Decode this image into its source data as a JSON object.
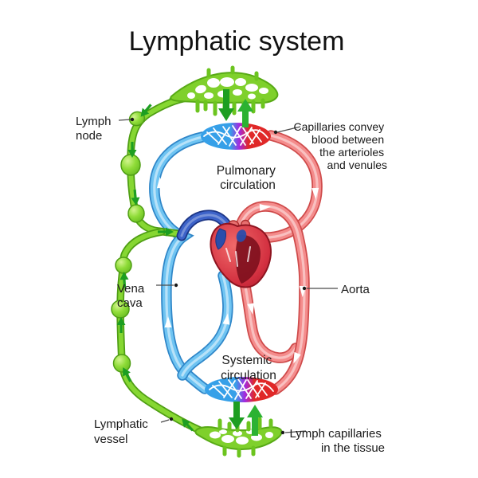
{
  "title": "Lymphatic system",
  "labels": {
    "lymph_node": {
      "lines": [
        "Lymph",
        "node"
      ]
    },
    "capillaries": {
      "lines": [
        "Capillaries convey",
        "blood between",
        "the arterioles",
        "and venules"
      ]
    },
    "pulmonary_circulation": {
      "lines": [
        "Pulmonary",
        "circulation"
      ]
    },
    "vena_cava": {
      "lines": [
        "Vena",
        "cava"
      ]
    },
    "aorta": {
      "lines": [
        "Aorta"
      ]
    },
    "systemic_circulation": {
      "lines": [
        "Systemic",
        "circulation"
      ]
    },
    "lymphatic_vessel": {
      "lines": [
        "Lymphatic",
        "vessel"
      ]
    },
    "lymph_capillaries": {
      "lines": [
        "Lymph capillaries",
        "in the tissue"
      ]
    }
  },
  "colors": {
    "background": "#ffffff",
    "text": "#1a1a1a",
    "artery_red": "#f48c8c",
    "artery_red_edge": "#cf4b4b",
    "vein_blue": "#6fc4f2",
    "vein_blue_edge": "#2f86c8",
    "subclavian_vein_dark_blue": "#3d63c9",
    "lymph_green": "#86d732",
    "lymph_green_edge": "#4f9e14",
    "lymph_flow_arrow_green": "#1d9e21",
    "capillary_purple": "#a428e0",
    "heart_red": "#b01828"
  },
  "flow_arrows": {
    "top_tissue_exchange": [
      "down",
      "up"
    ],
    "bottom_tissue_exchange": [
      "down",
      "up"
    ]
  }
}
